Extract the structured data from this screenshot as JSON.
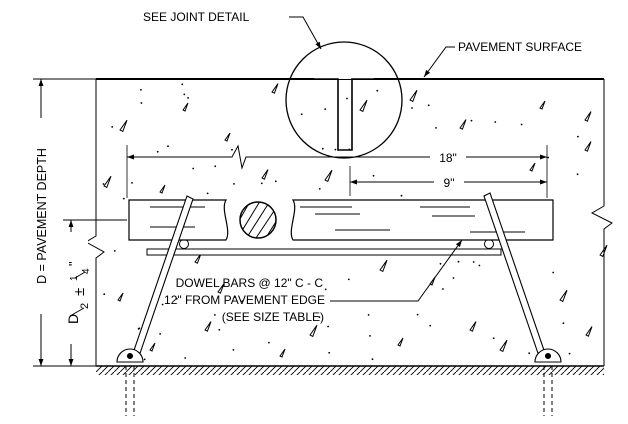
{
  "callouts": {
    "joint_detail": "SEE JOINT DETAIL",
    "pavement_surface": "PAVEMENT SURFACE",
    "dowel_line1": "DOWEL BARS @ 12\" C - C",
    "dowel_line2": "12\" FROM PAVEMENT EDGE",
    "dowel_line3": "(SEE SIZE TABLE)"
  },
  "dimensions": {
    "bar_length": "18\"",
    "half_length": "9\"",
    "pavement_depth": "D = PAVEMENT DEPTH",
    "mid_depth": "D/2 ± 1/4\""
  },
  "mid_depth_parts": {
    "numerator": "D",
    "denominator": "2",
    "plus_minus": "±",
    "frac_num": "1",
    "frac_den": "4",
    "inch": "\""
  },
  "colors": {
    "line": "#000000",
    "background": "#ffffff"
  }
}
